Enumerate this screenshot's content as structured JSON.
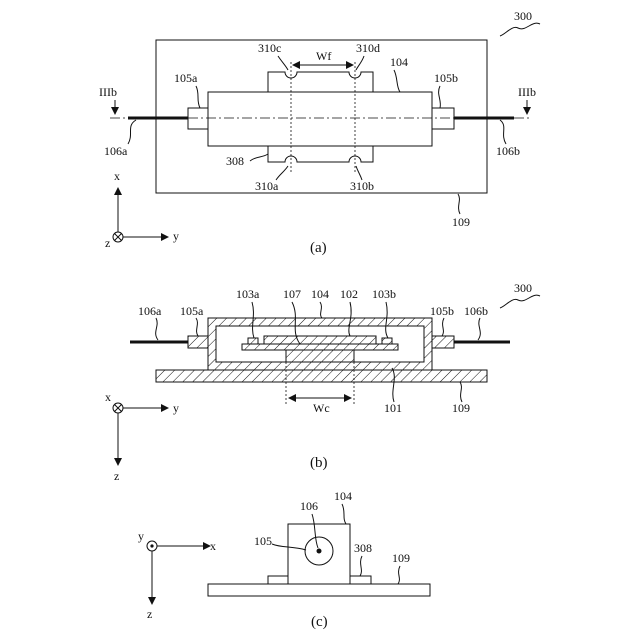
{
  "figure_number": "300",
  "panel_a": {
    "caption": "(a)",
    "section_left": "IIIb",
    "section_right": "IIIb",
    "labels": {
      "l105a": "105a",
      "l105b": "105b",
      "l106a": "106a",
      "l106b": "106b",
      "l104": "104",
      "l109": "109",
      "l308": "308",
      "l310a": "310a",
      "l310b": "310b",
      "l310c": "310c",
      "l310d": "310d",
      "wf": "Wf"
    },
    "axes": {
      "x": "x",
      "y": "y",
      "z": "z"
    }
  },
  "panel_b": {
    "caption": "(b)",
    "labels": {
      "l106a": "106a",
      "l105a": "105a",
      "l103a": "103a",
      "l107": "107",
      "l104": "104",
      "l102": "102",
      "l103b": "103b",
      "l105b": "105b",
      "l106b": "106b",
      "l101": "101",
      "l109": "109",
      "wc": "Wc"
    },
    "axes": {
      "x": "x",
      "y": "y",
      "z": "z"
    }
  },
  "panel_c": {
    "caption": "(c)",
    "labels": {
      "l106": "106",
      "l104": "104",
      "l105": "105",
      "l308": "308",
      "l109": "109"
    },
    "axes": {
      "x": "x",
      "y": "y",
      "z": "z"
    }
  }
}
